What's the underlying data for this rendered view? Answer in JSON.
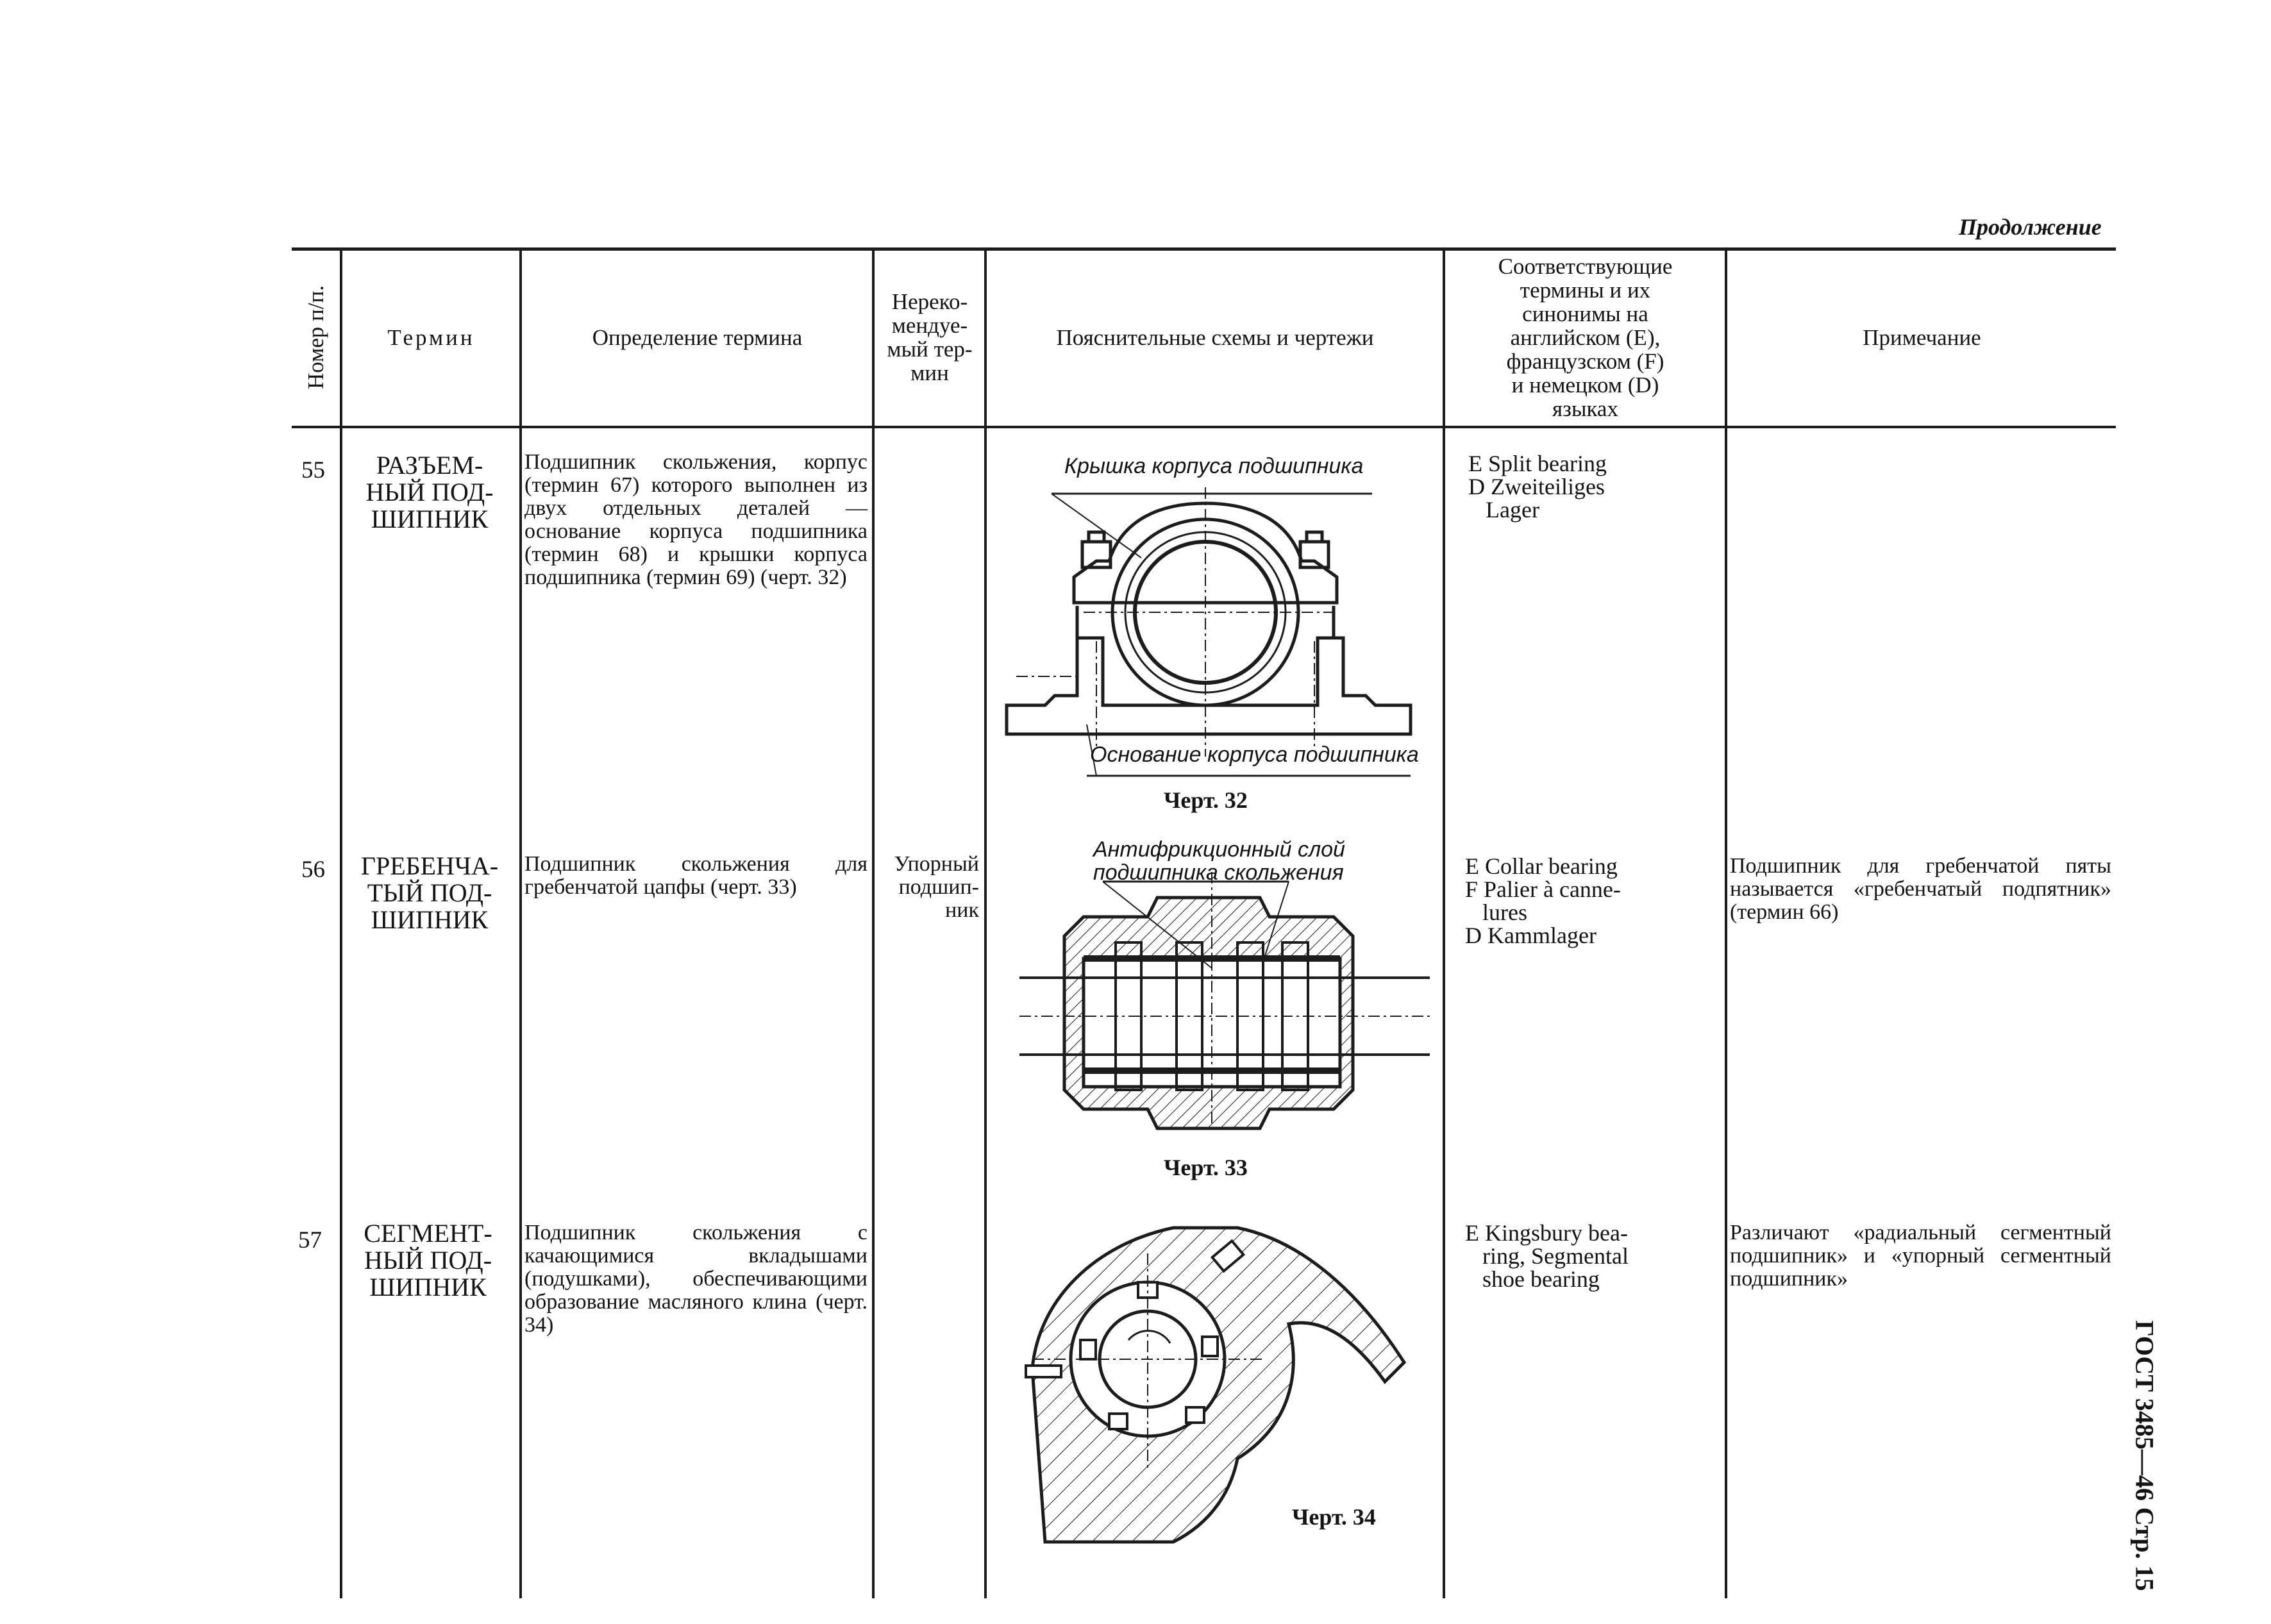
{
  "continuation": "Продолжение",
  "headers": {
    "number": "Номер п/п.",
    "term": "Термин",
    "definition": "Определение термина",
    "not_recommended": "Нереко-\nмендуе-\nмый тер-\nмин",
    "schemes": "Пояснительные схемы и чертежи",
    "foreign": "Соответствующие\nтермины и их\nсинонимы на\nанглийском (E),\nфранцузском (F)\nи немецком (D)\nязыках",
    "note": "Примечание"
  },
  "rows": [
    {
      "number": "55",
      "term": "РАЗЪЕМ-\nНЫЙ ПОД-\nШИПНИК",
      "definition": "Подшипник скольжения, корпус (термин 67) которого выполнен из двух отдельных деталей — основание корпуса подшипника (термин 68) и крышки корпуса подшипника (термин 69) (черт. 32)",
      "not_recommended": "",
      "foreign": "E Split bearing\nD Zweiteiliges\n   Lager",
      "note": "",
      "figure_caption": "Черт. 32",
      "figure_labels": [
        "Крышка корпуса подшипника",
        "Основание корпуса подшипника"
      ]
    },
    {
      "number": "56",
      "term": "ГРЕБЕНЧА-\nТЫЙ ПОД-\nШИПНИК",
      "definition": "Подшипник скольжения для гребенчатой цапфы (черт. 33)",
      "not_recommended": "Упорный\nподшип-\nник",
      "foreign": "E Collar bearing\nF Palier à canne-\n   lures\nD Kammlager",
      "note": "Подшипник для гребенчатой пяты называется «гребенчатый подпятник» (термин 66)",
      "figure_caption": "Черт. 33",
      "figure_labels": [
        "Антифрикционный слой",
        "подшипника скольжения"
      ]
    },
    {
      "number": "57",
      "term": "СЕГМЕНТ-\nНЫЙ ПОД-\nШИПНИК",
      "definition": "Подшипник скольжения с качающимися вкладышами (подушками), обеспечивающими образование масляного клина (черт. 34)",
      "not_recommended": "",
      "foreign": "E Kingsbury bea-\n   ring, Segmental\n   shoe bearing",
      "note": "Различают «радиальный сегментный подшипник» и «упорный сегментный подшипник»",
      "figure_caption": "Черт. 34",
      "figure_labels": []
    }
  ],
  "footer": "ГОСТ 3485—46 Стр. 15"
}
